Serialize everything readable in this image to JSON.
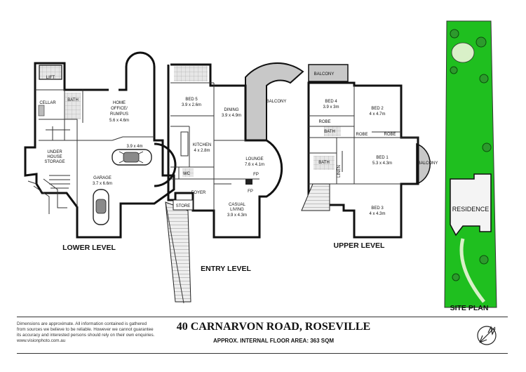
{
  "property": {
    "address": "40 CARNARVON ROAD, ROSEVILLE",
    "floor_area": "APPROX. INTERNAL FLOOR AREA: 363 SQM"
  },
  "disclaimer": {
    "line1": "Dimensions are approximate. All information contained is gathered",
    "line2": "from sources we believe to be reliable. However we cannot guarantee",
    "line3": "its accuracy and interested persons should rely on their own enquiries.",
    "website": "www.visionphoto.com.au"
  },
  "levels": {
    "lower": "LOWER LEVEL",
    "entry": "ENTRY LEVEL",
    "upper": "UPPER LEVEL",
    "site": "SITE PLAN"
  },
  "lower": {
    "lift": "LIFT",
    "bath": "BATH",
    "cellar": "CELLAR",
    "office_1": "HOME",
    "office_2": "OFFICE/",
    "office_3": "RUMPUS",
    "office_dim": "5.6 x 4.6m",
    "storage_1": "UNDER",
    "storage_2": "HOUSE",
    "storage_3": "STORAGE",
    "garage_dim2": "3.9 x 4m",
    "garage": "GARAGE",
    "garage_dim": "3.7 x 6.6m"
  },
  "entry": {
    "bed5": "BED 5",
    "bed5_dim": "3.9 x 2.6m",
    "kitchen": "KITCHEN",
    "kitchen_dim": "4 x 2.8m",
    "wc": "WC",
    "dining": "DINING",
    "dining_dim": "3.9 x 4.9m",
    "balcony": "BALCONY",
    "lounge": "LOUNGE",
    "lounge_dim": "7.6 x 4.1m",
    "fp1": "FP",
    "fp2": "FP",
    "foyer": "FOYER",
    "store": "STORE",
    "casual_1": "CASUAL",
    "casual_2": "LIVING",
    "casual_dim": "3.9 x 4.3m"
  },
  "upper": {
    "balcony_top": "BALCONY",
    "bed4": "BED 4",
    "bed4_dim": "3.9 x 3m",
    "bed2": "BED 2",
    "bed2_dim": "4 x 4.7m",
    "robe1": "ROBE",
    "robe2": "ROBE",
    "robe3": "ROBE",
    "bath1": "BATH",
    "bath2": "BATH",
    "linen": "LINEN",
    "bed1": "BED 1",
    "bed1_dim": "5.3 x 4.3m",
    "balcony_side": "BALCONY",
    "bed3": "BED 3",
    "bed3_dim": "4 x 4.3m"
  },
  "site": {
    "residence": "RESIDENCE"
  },
  "colors": {
    "lawn": "#1fbf1f",
    "balcony": "#c8c8c8",
    "tile": "#dcdcdc",
    "wall": "#111111"
  }
}
